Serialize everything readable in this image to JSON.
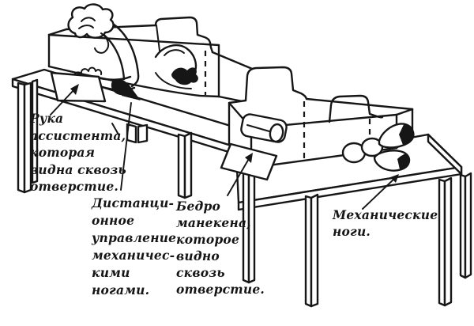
{
  "colors": {
    "ink": "#161616",
    "paper": "#ffffff"
  },
  "labels": {
    "assistant_hand": "Рука\nассистента,\nкоторая\nвидна сквозь\nотверстие.",
    "remote_control": "Дистанци-\nонное\nуправление\nмеханичес-\nкими\nногами.",
    "dummy_thigh": "Бедро\nманекена,\nкоторое\nвидно\nсквозь\nотверстие.",
    "mechanical_legs": "Механические\nноги."
  }
}
